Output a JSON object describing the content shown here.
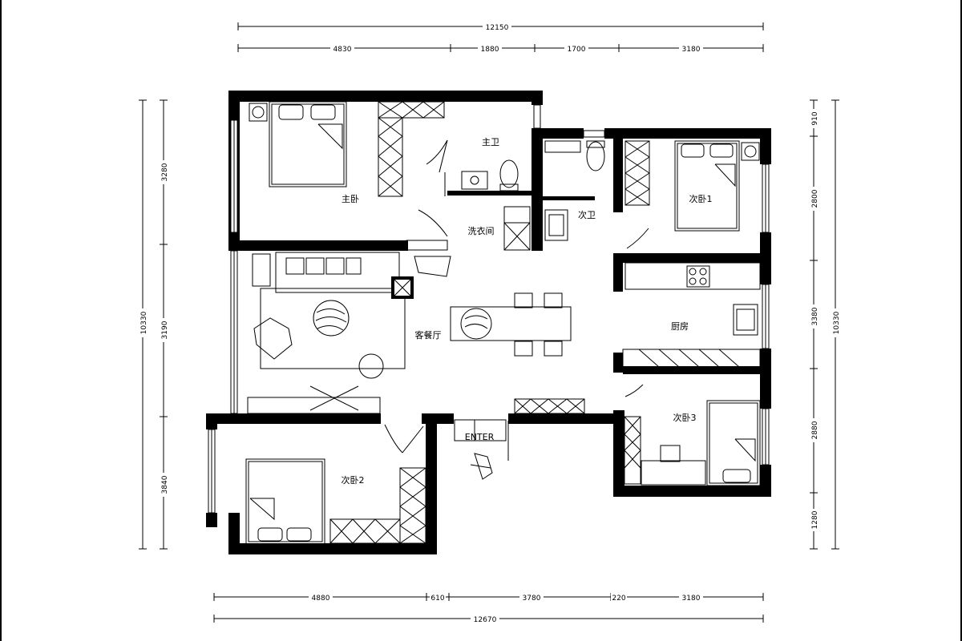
{
  "dimensions": {
    "top_total": "12150",
    "top_segments": [
      "4830",
      "1880",
      "1700",
      "3180"
    ],
    "bottom_total": "12670",
    "bottom_segments": [
      "4880",
      "610",
      "3780",
      "220",
      "3180"
    ],
    "left_total": "10330",
    "left_segments": [
      "3280",
      "3190",
      "3840"
    ],
    "right_total": "10330",
    "right_segments": [
      "910",
      "2800",
      "3380",
      "2880",
      "1280"
    ]
  },
  "rooms": {
    "master_bedroom": "主卧",
    "master_bath": "主卫",
    "laundry": "洗衣间",
    "second_bath": "次卫",
    "bedroom_1": "次卧1",
    "living_dining": "客餐厅",
    "kitchen": "厨房",
    "bedroom_2": "次卧2",
    "bedroom_3": "次卧3"
  },
  "entrance_label": "ENTER"
}
